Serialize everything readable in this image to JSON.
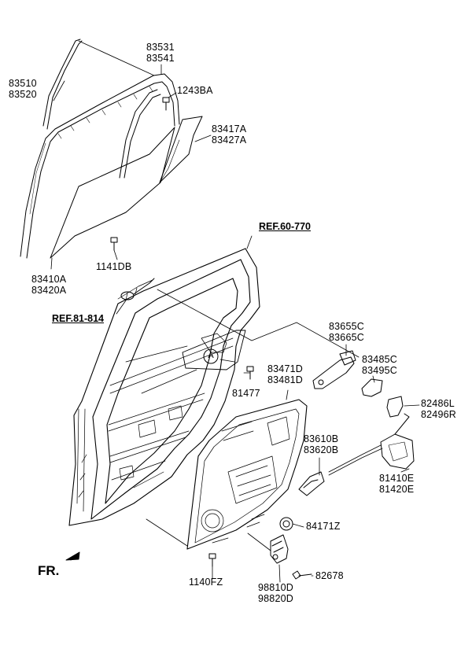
{
  "labels": {
    "l_83531": [
      "83531",
      "83541"
    ],
    "l_83510": [
      "83510",
      "83520"
    ],
    "l_1243ba": [
      "1243BA"
    ],
    "l_83417": [
      "83417A",
      "83427A"
    ],
    "l_1141db": [
      "1141DB"
    ],
    "l_83410": [
      "83410A",
      "83420A"
    ],
    "l_83655": [
      "83655C",
      "83665C"
    ],
    "l_83485": [
      "83485C",
      "83495C"
    ],
    "l_83471": [
      "83471D",
      "83481D"
    ],
    "l_81477": [
      "81477"
    ],
    "l_82486": [
      "82486L",
      "82496R"
    ],
    "l_83610": [
      "83610B",
      "83620B"
    ],
    "l_81410": [
      "81410E",
      "81420E"
    ],
    "l_84171": [
      "84171Z"
    ],
    "l_82678": [
      "82678"
    ],
    "l_1140fz": [
      "1140FZ"
    ],
    "l_98810": [
      "98810D",
      "98820D"
    ]
  },
  "refs": {
    "ref_60": "REF.60-770",
    "ref_81": "REF.81-814"
  },
  "circle_marker": "A",
  "front_marker": "FR."
}
